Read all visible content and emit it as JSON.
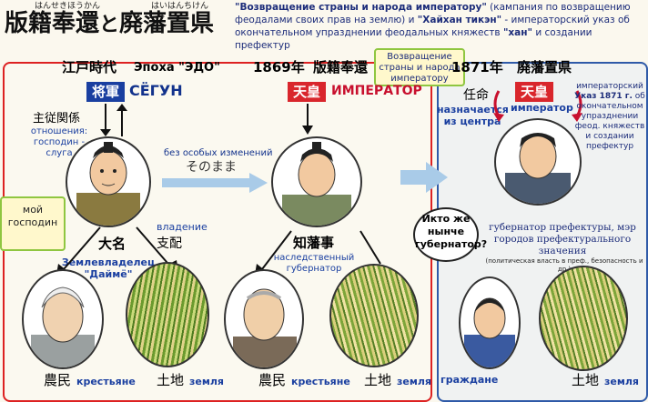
{
  "header": {
    "ruby_left": "はんせきほうかん",
    "ruby_right": "はいはんちけん",
    "jp_title_part1": "版籍奉還",
    "jp_title_and": "と",
    "jp_title_part2": "廃藩置県",
    "desc_term1": "\"Возвращение страны и народа императору\"",
    "desc_rest1": " (кампания по возвращению феодалами своих прав на землю) и ",
    "desc_term2": "\"Хайхан тикэн\"",
    "desc_rest2": " - императорский указ об окончательном упразднении феодальных княжеств ",
    "desc_term3": "\"хан\"",
    "desc_rest3": " и создании префектур"
  },
  "left": {
    "era_jp": "江戸時代",
    "era_ru": "Эпоха \"ЭДО\"",
    "shogun_jp": "将軍",
    "shogun_ru": "СЁГУН",
    "relation_jp": "主従関係",
    "relation_ru": "отношения: господин - слуга",
    "lord_jp": "大名",
    "landowner_ru": "Землевладелец \"Даймё\"",
    "control_ru": "владение",
    "control_jp": "支配",
    "bubble_text": "мой господин",
    "peasants_jp": "農民",
    "peasants_ru": "крестьяне",
    "land_jp": "土地",
    "land_ru": "земля"
  },
  "middle": {
    "year": "1869年",
    "event_jp": "版籍奉還",
    "event_box": "Возвращение страны и народа императору",
    "emperor_jp": "天皇",
    "emperor_ru": "ИМПЕРАТОР",
    "no_change_ru": "без особых изменений",
    "no_change_jp": "そのまま",
    "governor_jp": "知藩事",
    "governor_ru": "наследственный губернатор",
    "peasants_jp": "農民",
    "peasants_ru": "крестьяне",
    "land_jp": "土地",
    "land_ru": "земля"
  },
  "right": {
    "year": "1871年",
    "event_jp": "廃藩置県",
    "appoint_jp": "任命",
    "appoint_ru": "назначается из центра",
    "emperor_jp": "天皇",
    "emperor_ru": "император",
    "decree_pre": "императорский ",
    "decree_bold": "Указ 1871 г.",
    "decree_rest": " об окончательном упразднении феод. княжеств и создании префектур",
    "question": "Икто же нынче губернатор?",
    "governor_desc": "губернатор префектуры, мэр городов префектурального значения",
    "governor_note": "(политическая власть в преф., безопасность и др.)",
    "citizens_ru": "граждане",
    "land_jp": "土地",
    "land_ru": "земля"
  },
  "colors": {
    "red": "#c8102e",
    "blue": "#1a3fa0",
    "shogun_badge": "#1a3fa0",
    "emperor_badge": "#d9262c",
    "box_border": "#8fc640"
  }
}
